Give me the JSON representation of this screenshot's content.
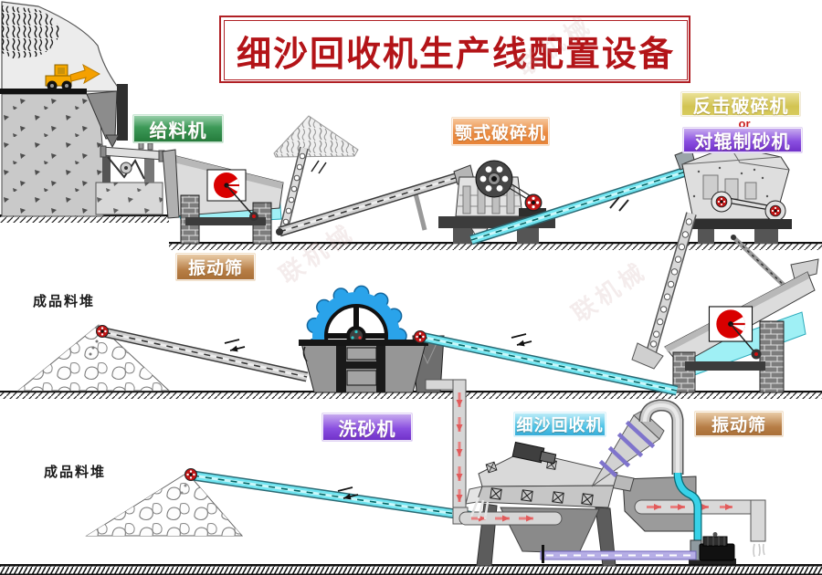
{
  "title": "细沙回收机生产线配置设备",
  "labels": {
    "feeder": "给料机",
    "jaw_crusher": "颚式破碎机",
    "impact_crusher": "反击破碎机",
    "or_text": "or",
    "roller_sand_maker": "对辊制砂机",
    "vibrating_screen_top": "振动筛",
    "stockpile_middle": "成品料堆",
    "sand_washer": "洗砂机",
    "fine_sand_recycler": "细沙回收机",
    "vibrating_screen_bottom": "振动筛",
    "stockpile_bottom": "成品料堆"
  },
  "watermark": "联机械",
  "colors": {
    "title_red": "#b31418",
    "label_green": "#3d9a58",
    "label_orange": "#eb8c42",
    "label_yellow": "#d2c452",
    "label_purple": "#8a4fe0",
    "label_tan": "#b77e46",
    "label_cyan": "#52c5e8",
    "conveyor_cyan": "#6fe4f0",
    "water_cyan": "#9ff0f5",
    "wheel_blue": "#2aa3ea",
    "accent_red": "#cc1111"
  }
}
